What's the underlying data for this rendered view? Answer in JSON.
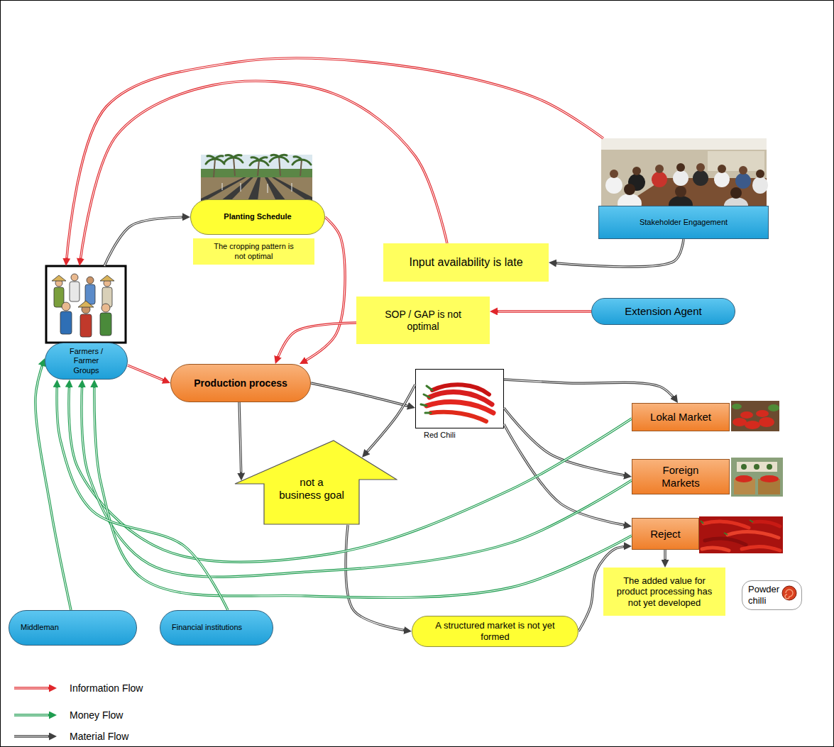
{
  "diagram": {
    "nodes": [
      {
        "text": [
          "Planting Schedule"
        ]
      },
      {
        "text": [
          "Stakeholder Engagement"
        ]
      },
      {
        "text": [
          "The cropping pattern is not optimal"
        ]
      },
      {
        "text": [
          "Input availability is late"
        ]
      },
      {
        "text": [
          "SOP / GAP is not optimal"
        ]
      },
      {
        "text": [
          "Extension Agent"
        ]
      },
      {
        "text": [
          "Farmers / Farmer Groups"
        ]
      },
      {
        "text": [
          "Production process"
        ]
      },
      {
        "text": [
          "Red Chili"
        ]
      },
      {
        "text": [
          "Lokal Market"
        ]
      },
      {
        "text": [
          "Foreign Markets"
        ]
      },
      {
        "text": [
          "not a business goal"
        ]
      },
      {
        "text": [
          "Reject"
        ]
      },
      {
        "text": [
          "The added value for product processing has not yet developed"
        ]
      },
      {
        "text": [
          "Powder chilli"
        ]
      },
      {
        "text": [
          "Middleman"
        ]
      },
      {
        "text": [
          "Financial institutions"
        ]
      },
      {
        "text": [
          "A structured market is not yet formed"
        ]
      }
    ],
    "edges": [
      {
        "from": 6,
        "to": 0,
        "arrow": "to"
      },
      {
        "from": 1,
        "to": 6,
        "arrow": "to"
      },
      {
        "from": 3,
        "to": 6,
        "arrow": "to"
      },
      {
        "from": 1,
        "to": 3,
        "arrow": "to"
      },
      {
        "from": 0,
        "to": 7,
        "arrow": "to"
      },
      {
        "from": 5,
        "to": 4,
        "arrow": "to"
      },
      {
        "from": 4,
        "to": 7,
        "arrow": "to"
      },
      {
        "from": 6,
        "to": 7,
        "arrow": "to"
      },
      {
        "from": 7,
        "to": 8,
        "arrow": "to"
      },
      {
        "from": 7,
        "to": 11,
        "arrow": "to"
      },
      {
        "from": 8,
        "to": 11,
        "arrow": "to"
      },
      {
        "from": 8,
        "to": 9,
        "arrow": "to"
      },
      {
        "from": 8,
        "to": 10,
        "arrow": "to"
      },
      {
        "from": 8,
        "to": 12,
        "arrow": "to"
      },
      {
        "from": 11,
        "to": 17,
        "arrow": "to"
      },
      {
        "from": 17,
        "to": 12,
        "arrow": "to"
      },
      {
        "from": 12,
        "to": 13,
        "arrow": "to"
      },
      {
        "from": 9,
        "to": 6,
        "arrow": "to"
      },
      {
        "from": 10,
        "to": 6,
        "arrow": "to"
      },
      {
        "from": 12,
        "to": 6,
        "arrow": "to"
      },
      {
        "from": 15,
        "to": 6,
        "arrow": "to"
      },
      {
        "from": 16,
        "to": 6,
        "arrow": "to"
      }
    ],
    "legend": [
      {
        "text": "Information Flow"
      },
      {
        "text": "Money Flow"
      },
      {
        "text": "Material Flow"
      }
    ]
  }
}
